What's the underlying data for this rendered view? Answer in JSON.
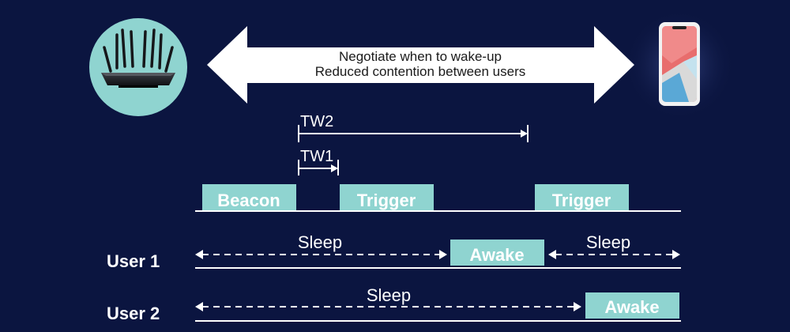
{
  "colors": {
    "background": "#0b1540",
    "box_fill": "#8fd4d0",
    "line": "#ffffff",
    "arrow_fill": "#ffffff"
  },
  "icons": {
    "router": "router-icon",
    "phone": "smartphone-icon"
  },
  "negotiation": {
    "line1": "Negotiate when to wake-up",
    "line2": "Reduced contention between users"
  },
  "target_wake_times": {
    "tw2": "TW2",
    "tw1": "TW1"
  },
  "ap_timeline": {
    "beacon": "Beacon",
    "trigger_1": "Trigger",
    "trigger_2": "Trigger"
  },
  "user1": {
    "label": "User 1",
    "sleep_1": "Sleep",
    "awake": "Awake",
    "sleep_2": "Sleep"
  },
  "user2": {
    "label": "User 2",
    "sleep": "Sleep",
    "awake": "Awake"
  }
}
